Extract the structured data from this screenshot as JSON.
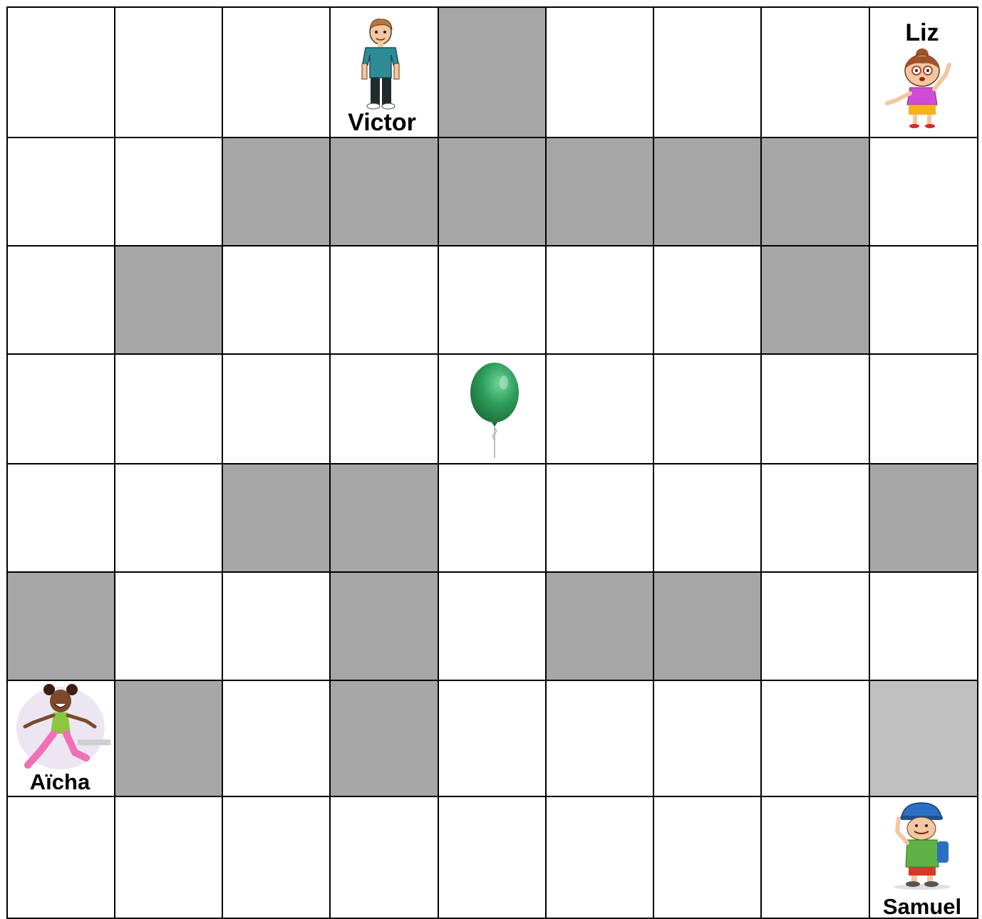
{
  "grid": {
    "rows": 8,
    "cols": 9,
    "cells": [
      [
        0,
        0,
        0,
        0,
        1,
        0,
        0,
        0,
        0
      ],
      [
        0,
        0,
        1,
        1,
        1,
        1,
        1,
        1,
        0
      ],
      [
        0,
        1,
        0,
        0,
        0,
        0,
        0,
        1,
        0
      ],
      [
        0,
        0,
        0,
        0,
        0,
        0,
        0,
        0,
        0
      ],
      [
        0,
        0,
        1,
        1,
        0,
        0,
        0,
        0,
        1
      ],
      [
        1,
        0,
        0,
        1,
        0,
        1,
        1,
        0,
        0
      ],
      [
        0,
        1,
        0,
        1,
        0,
        0,
        0,
        0,
        2
      ],
      [
        0,
        0,
        0,
        0,
        0,
        0,
        0,
        0,
        0
      ]
    ],
    "colors": {
      "empty": "#ffffff",
      "wall": "#a6a6a6",
      "light": "#c0c0c0",
      "border": "#000000"
    }
  },
  "characters": [
    {
      "id": "victor",
      "label": "Victor",
      "row": 0,
      "col": 3,
      "label_position": "below",
      "icon": "boy-icon"
    },
    {
      "id": "liz",
      "label": "Liz",
      "row": 0,
      "col": 8,
      "label_position": "above",
      "icon": "girl-icon"
    },
    {
      "id": "aicha",
      "label": "Aïcha",
      "row": 6,
      "col": 0,
      "label_position": "below",
      "icon": "dancing-girl-icon"
    },
    {
      "id": "samuel",
      "label": "Samuel",
      "row": 7,
      "col": 8,
      "label_position": "below",
      "icon": "waving-boy-icon"
    }
  ],
  "items": [
    {
      "id": "balloon",
      "row": 3,
      "col": 4,
      "icon": "green-balloon-icon",
      "color": "#2e9e5b"
    }
  ]
}
